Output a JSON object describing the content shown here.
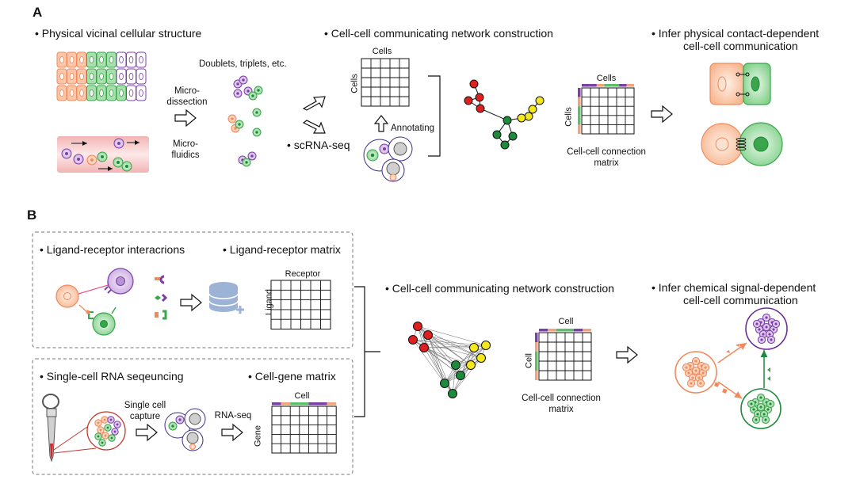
{
  "panel_a": {
    "label": "A",
    "step1_title": "• Physical vicinal cellular structure",
    "doublets_label": "Doublets, triplets, etc.",
    "microdissection_line1": "Micro-",
    "microdissection_line2": "dissection",
    "microfluidics_line1": "Micro-",
    "microfluidics_line2": "fluidics",
    "step2_title": "• Cell-cell communicating network construction",
    "cells_top": "Cells",
    "cells_side": "Cells",
    "annotating": "Annotating",
    "scrnaseq": "• scRNA-seq",
    "cells_matrix_top": "Cells",
    "cells_matrix_side": "Cells",
    "connection_line1": "Cell-cell connection",
    "connection_line2": "matrix",
    "step3_line1": "• Infer physical contact-dependent",
    "step3_line2": "cell-cell communication"
  },
  "panel_b": {
    "label": "B",
    "lr_title": "• Ligand-receptor interacrions",
    "lr_matrix_title": "• Ligand-receptor matrix",
    "receptor": "Receptor",
    "ligand": "Ligand",
    "scrna_title": "• Single-cell RNA seqeuncing",
    "cell_gene_title": "• Cell-gene matrix",
    "single_cell_line1": "Single cell",
    "single_cell_line2": "capture",
    "rnaseq": "RNA-seq",
    "cell_top": "Cell",
    "gene_side": "Gene",
    "network_title": "• Cell-cell communicating network construction",
    "cell_matrix_top": "Cell",
    "cell_matrix_side": "Cell",
    "connection_line1": "Cell-cell connection",
    "connection_line2": "matrix",
    "infer_line1": "• Infer chemical signal-dependent",
    "infer_line2": "cell-cell communication"
  },
  "colors": {
    "orange": "#f4a27a",
    "green": "#5cbd6a",
    "purple": "#7b3fa8",
    "red": "#e01f1f",
    "yellow": "#f4e81c",
    "dark_green": "#1e8a3c",
    "db_blue": "#9db3d6"
  }
}
